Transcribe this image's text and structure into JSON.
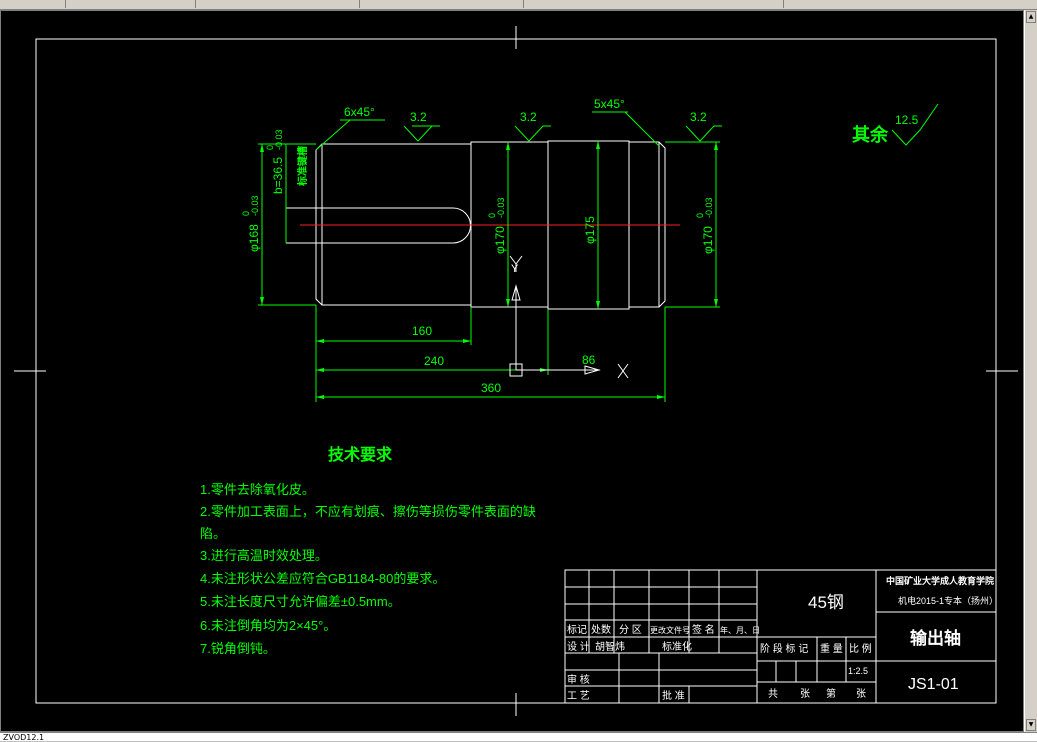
{
  "window": {
    "tabs": [
      "",
      "",
      "",
      "",
      ""
    ]
  },
  "status_bar": {
    "text": "ZVOD12.1"
  },
  "drawing": {
    "dimensions": {
      "chamfer_left": "6x45°",
      "chamfer_right": "5x45°",
      "roughness_1": "3.2",
      "roughness_2": "3.2",
      "roughness_3": "3.2",
      "other_label": "其余",
      "other_roughness": "12.5",
      "dia_168": "φ168",
      "tol_168_upper": "0",
      "tol_168_lower": "-0.03",
      "keyway_depth": "b=36.5",
      "keyway_tol_upper": "0",
      "keyway_tol_lower": "-0.03",
      "keyway_width_note": "标准键槽",
      "dia_170a": "φ170",
      "tol_170a_upper": "0",
      "tol_170a_lower": "-0.03",
      "dia_175": "φ175",
      "dia_170b": "φ170",
      "tol_170b_upper": "0",
      "tol_170b_lower": "-0.03",
      "len_160": "160",
      "len_240": "240",
      "len_360": "360",
      "len_86": "86",
      "axis_y": "Y"
    },
    "tech_requirements": {
      "title": "技术要求",
      "items": [
        "1.零件去除氧化皮。",
        "2.零件加工表面上，不应有划痕、擦伤等损伤零件表面的缺",
        "陷。",
        "3.进行高温时效处理。",
        "4.未注形状公差应符合GB1184-80的要求。",
        "5.未注长度尺寸允许偏差±0.5mm。",
        "6.未注倒角均为2×45°。",
        "7.锐角倒钝。"
      ]
    },
    "title_block": {
      "material": "45钢",
      "school": "中国矿业大学成人教育学院",
      "class": "机电2015-1专本（扬州）",
      "part_name": "输出轴",
      "drawing_no": "JS1-01",
      "scale": "1:2.5",
      "labels": {
        "mark": "标记",
        "count": "处数",
        "zone": "分 区",
        "change_doc": "更改文件号",
        "sign": "签 名",
        "date": "年、月、日",
        "design": "设 计",
        "designer": "胡智炜",
        "standard": "标准化",
        "stage_mark": "阶 段 标 记",
        "weight": "重 量",
        "scale_label": "比 例",
        "review": "审 核",
        "process": "工 艺",
        "approve": "批 准",
        "total": "共",
        "sheets": "张",
        "no": "第",
        "sheet": "张"
      }
    }
  }
}
